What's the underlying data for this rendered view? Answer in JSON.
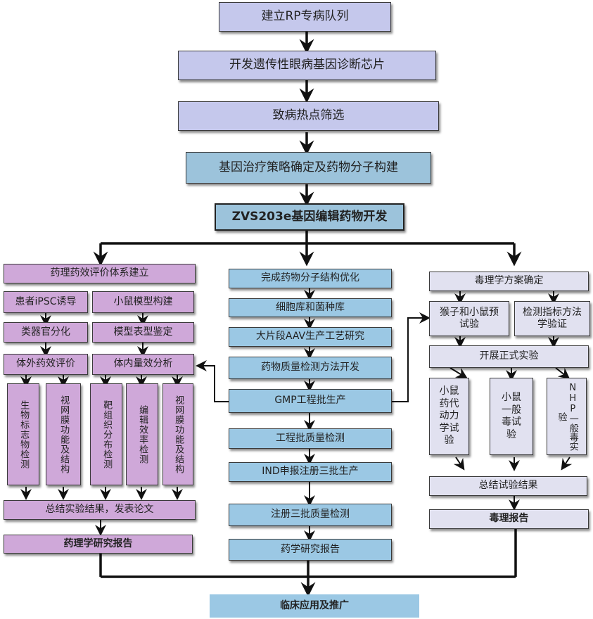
{
  "main_flow": {
    "step1": "建立RP专病队列",
    "step2": "开发遗传性眼病基因诊断芯片",
    "step3": "致病热点筛选",
    "step4": "基因治疗策略确定及药物分子构建",
    "step5": "ZVS203e基因编辑药物开发"
  },
  "pharmacology": {
    "header": "药理药效评价体系建立",
    "ipsc": "患者iPSC诱导",
    "mouse_model": "小鼠模型构建",
    "organoid": "类器官分化",
    "phenotype": "模型表型鉴定",
    "in_vitro": "体外药效评价",
    "in_vivo": "体内量效分析",
    "col1": "生物标志物检测",
    "col2": "视网膜功能及结构",
    "col3": "靶组织分布检测",
    "col4": "编辑效率检测",
    "col5": "视网膜功能及结构",
    "summary": "总结实验结果，发表论文",
    "report": "药理学研究报告"
  },
  "cmc": {
    "s1": "完成药物分子结构优化",
    "s2": "细胞库和菌种库",
    "s3": "大片段AAV生产工艺研究",
    "s4": "药物质量检测方法开发",
    "s5": "GMP工程批生产",
    "s6": "工程批质量检测",
    "s7": "IND申报注册三批生产",
    "s8": "注册三批质量检测",
    "s9": "药学研究报告"
  },
  "toxicology": {
    "header": "毒理学方案确定",
    "pre_trial": "猴子和小鼠预试验",
    "method_validation": "检测指标方法学验证",
    "formal": "开展正式实验",
    "pk_line1": "小鼠",
    "pk_line2": "药代",
    "pk_line3": "动力",
    "pk_line4": "学试",
    "pk_line5": "验",
    "gen_line1": "小鼠",
    "gen_line2": "一般",
    "gen_line3": "毒试",
    "gen_line4": "验",
    "nhp": "NHP一般毒实验",
    "summary": "总结试验结果",
    "report": "毒理报告"
  },
  "final": "临床应用及推广"
}
